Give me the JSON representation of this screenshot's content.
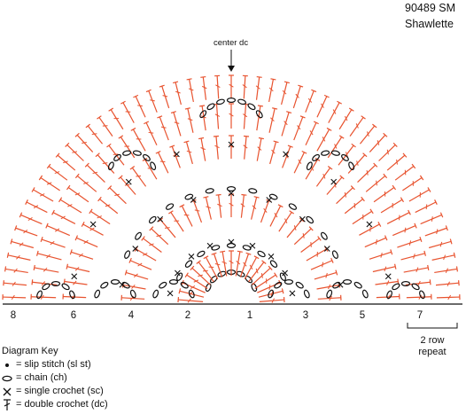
{
  "title": {
    "code": "90489 SM",
    "name": "Shawlette"
  },
  "center_label": "center dc",
  "row_numbers": [
    "8",
    "6",
    "4",
    "2",
    "1",
    "3",
    "5",
    "7"
  ],
  "repeat_note": {
    "line1": "2 row",
    "line2": "repeat"
  },
  "key": {
    "heading": "Diagram Key",
    "items": [
      {
        "icon": "slip-stitch-icon",
        "text": "= slip stitch (sl st)"
      },
      {
        "icon": "chain-icon",
        "text": "= chain (ch)"
      },
      {
        "icon": "single-crochet-icon",
        "text": "= single crochet (sc)"
      },
      {
        "icon": "double-crochet-icon",
        "text": "= double crochet (dc)"
      }
    ]
  },
  "colors": {
    "orange": "#e8532f",
    "black": "#111111"
  }
}
